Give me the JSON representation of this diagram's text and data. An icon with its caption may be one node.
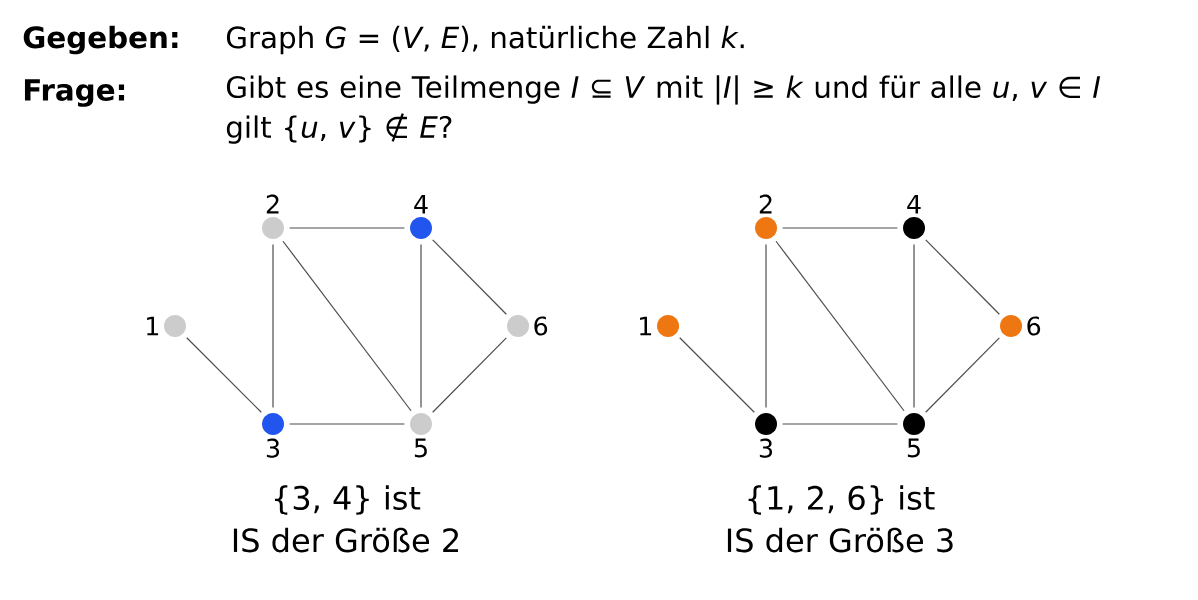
{
  "diagram": {
    "nodes": [
      {
        "text": [],
        "shape": "circle",
        "beside": [
          "1"
        ]
      },
      {
        "text": [],
        "shape": "circle",
        "beside": [
          "2"
        ]
      },
      {
        "text": [],
        "shape": "circle",
        "beside": [
          "3"
        ]
      },
      {
        "text": [],
        "shape": "circle",
        "beside": [
          "4"
        ]
      },
      {
        "text": [],
        "shape": "circle",
        "beside": [
          "5"
        ]
      },
      {
        "text": [],
        "shape": "circle",
        "beside": [
          "6"
        ]
      },
      {
        "text": [],
        "shape": "circle",
        "beside": [
          "1"
        ]
      },
      {
        "text": [],
        "shape": "circle",
        "beside": [
          "2"
        ]
      },
      {
        "text": [],
        "shape": "circle",
        "beside": [
          "3"
        ]
      },
      {
        "text": [],
        "shape": "circle",
        "beside": [
          "4"
        ]
      },
      {
        "text": [],
        "shape": "circle",
        "beside": [
          "5"
        ]
      },
      {
        "text": [],
        "shape": "circle",
        "beside": [
          "6"
        ]
      }
    ],
    "edges": [
      {
        "from": 0,
        "to": 2,
        "arrow": "none"
      },
      {
        "from": 1,
        "to": 3,
        "arrow": "none"
      },
      {
        "from": 1,
        "to": 2,
        "arrow": "none"
      },
      {
        "from": 1,
        "to": 4,
        "arrow": "none"
      },
      {
        "from": 3,
        "to": 4,
        "arrow": "none"
      },
      {
        "from": 3,
        "to": 5,
        "arrow": "none"
      },
      {
        "from": 2,
        "to": 4,
        "arrow": "none"
      },
      {
        "from": 4,
        "to": 5,
        "arrow": "none"
      },
      {
        "from": 6,
        "to": 8,
        "arrow": "none"
      },
      {
        "from": 7,
        "to": 9,
        "arrow": "none"
      },
      {
        "from": 7,
        "to": 8,
        "arrow": "none"
      },
      {
        "from": 7,
        "to": 10,
        "arrow": "none"
      },
      {
        "from": 9,
        "to": 10,
        "arrow": "none"
      },
      {
        "from": 9,
        "to": 11,
        "arrow": "none"
      },
      {
        "from": 8,
        "to": 10,
        "arrow": "none"
      },
      {
        "from": 10,
        "to": 11,
        "arrow": "none"
      }
    ],
    "labels": [
      "Gegeben:",
      "Graph *G* = (*V*, *E*), natürliche Zahl *k*.",
      "Frage:",
      "Gibt es eine Teilmenge *I* ⊆ *V* mit |*I*| ≥ *k* und für alle *u*, *v* ∈ *I* gilt {*u*, *v*} ∉ *E*?",
      "{3, 4} ist",
      "IS der Größe 2",
      "{1, 2, 6} ist",
      "IS der Größe 3"
    ]
  }
}
